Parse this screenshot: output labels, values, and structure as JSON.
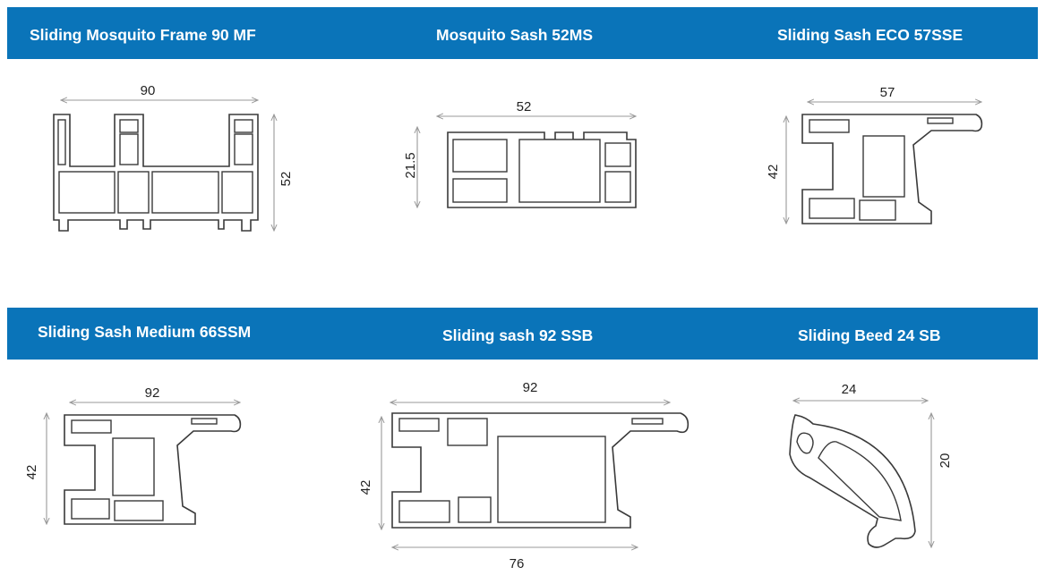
{
  "panels": [
    {
      "title": "Sliding Mosquito Frame 90 MF",
      "width_dim": "90",
      "height_dim": "52"
    },
    {
      "title": "Mosquito Sash 52MS",
      "width_dim": "52",
      "height_dim": "21.5"
    },
    {
      "title": "Sliding Sash ECO 57SSE",
      "width_dim": "57",
      "height_dim": "42"
    },
    {
      "title": "Sliding Sash Medium 66SSM",
      "width_dim": "92",
      "height_dim": "42"
    },
    {
      "title": "Sliding sash 92 SSB",
      "width_dim": "92",
      "height_dim": "42",
      "bottom_dim": "76"
    },
    {
      "title": "Sliding Beed 24 SB",
      "width_dim": "24",
      "height_dim": "20"
    }
  ],
  "colors": {
    "header_band": "#0a74b9",
    "header_text": "#ffffff",
    "outline": "#3a3a3a",
    "dimension_line": "#999999"
  }
}
